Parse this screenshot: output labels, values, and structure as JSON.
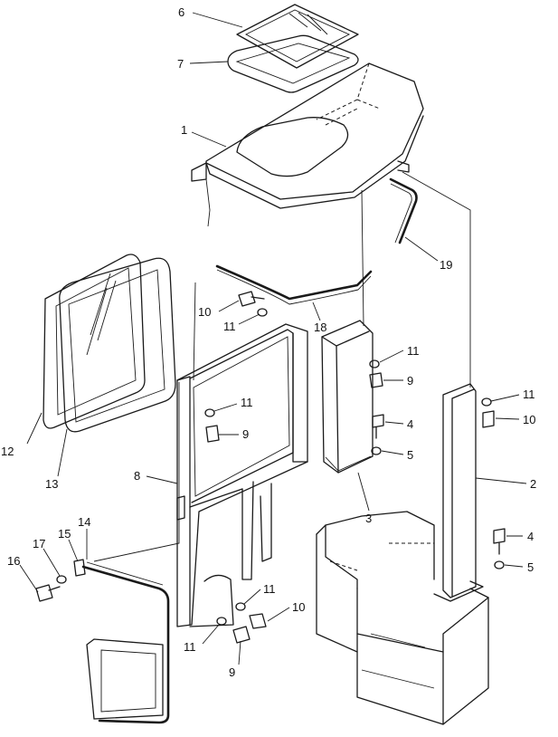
{
  "callouts": [
    "6",
    "7",
    "1",
    "19",
    "10",
    "11",
    "18",
    "11",
    "9",
    "11",
    "9",
    "4",
    "5",
    "3",
    "11",
    "10",
    "2",
    "8",
    "12",
    "13",
    "14",
    "15",
    "17",
    "16",
    "11",
    "10",
    "11",
    "9",
    "4",
    "5"
  ],
  "colors": {
    "ink": "#1a1a1a",
    "paper": "#ffffff"
  }
}
